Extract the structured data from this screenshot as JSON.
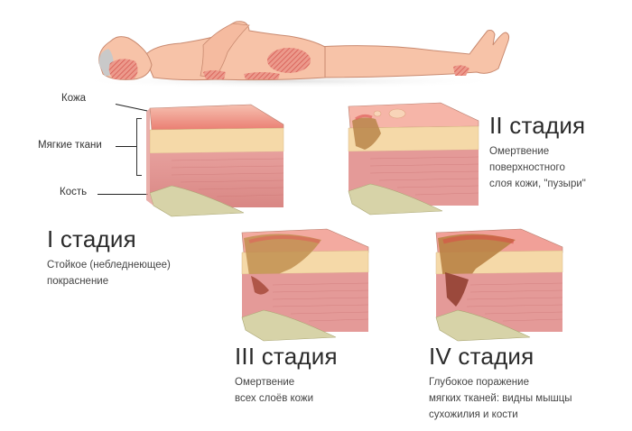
{
  "figure": {
    "subject": "human body lying supine with pressure-sore zones marked",
    "pressure_zones": [
      "back of head",
      "elbow",
      "sacrum",
      "heel",
      "hip"
    ]
  },
  "anatomy_labels": {
    "skin": "Кожа",
    "soft_tissue": "Мягкие ткани",
    "bone": "Кость"
  },
  "stages": [
    {
      "title": "I стадия",
      "description_lines": [
        "Стойкое (небледнеющее)",
        "покраснение"
      ]
    },
    {
      "title": "II стадия",
      "description_lines": [
        "Омертвение",
        "поверхностного",
        "слоя кожи, \"пузыри\""
      ]
    },
    {
      "title": "III стадия",
      "description_lines": [
        "Омертвение",
        "всех слоёв кожи"
      ]
    },
    {
      "title": "IV стадия",
      "description_lines": [
        "Глубокое поражение",
        "мягких тканей: видны мышцы",
        "сухожилия и кости"
      ]
    }
  ],
  "colors": {
    "skin_surface": "#f3a59a",
    "skin_red": "#e8746a",
    "fat": "#f5d9a8",
    "muscle": "#e49a98",
    "muscle_dark": "#d27a7c",
    "bone": "#d7d3a8",
    "body": "#f7c3a8",
    "wound_brown": "#b9854a",
    "wound_dark": "#8e3b2c"
  }
}
